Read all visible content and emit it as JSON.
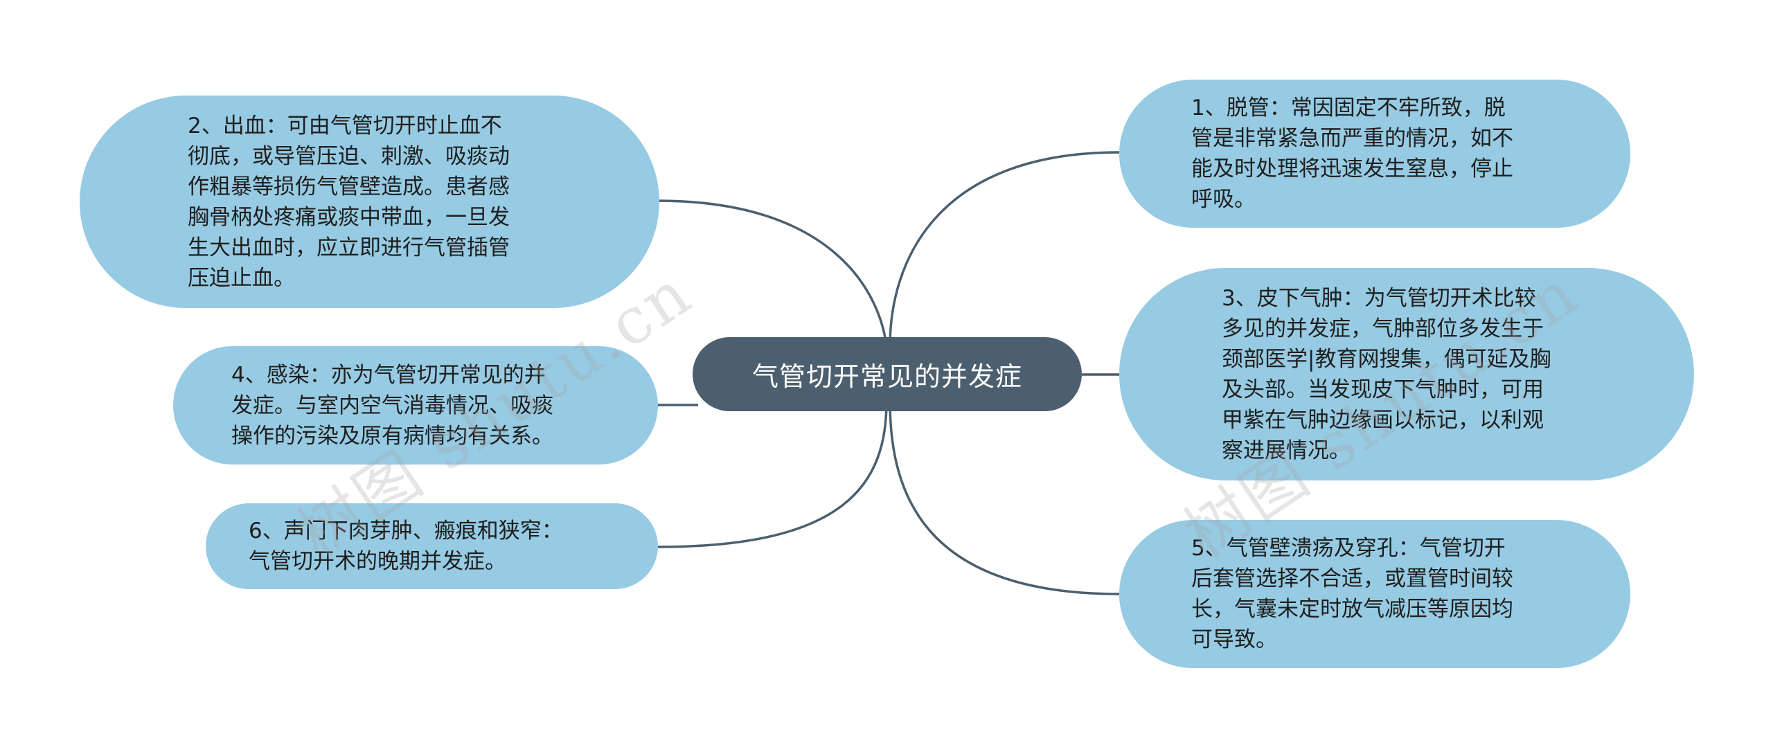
{
  "center": {
    "label": "气管切开常见的并发症"
  },
  "branches": [
    {
      "id": "b1",
      "side": "right",
      "text": "1、脱管：常因固定不牢所致，脱\n管是非常紧急而严重的情况，如不\n能及时处理将迅速发生窒息，停止\n呼吸。"
    },
    {
      "id": "b2",
      "side": "left",
      "text": "2、出血：可由气管切开时止血不\n彻底，或导管压迫、刺激、吸痰动\n作粗暴等损伤气管壁造成。患者感\n胸骨柄处疼痛或痰中带血，一旦发\n生大出血时，应立即进行气管插管\n压迫止血。"
    },
    {
      "id": "b3",
      "side": "right",
      "text": "3、皮下气肿：为气管切开术比较\n多见的并发症，气肿部位多发生于\n颈部医学|教育网搜集，偶可延及胸\n及头部。当发现皮下气肿时，可用\n甲紫在气肿边缘画以标记，以利观\n察进展情况。"
    },
    {
      "id": "b4",
      "side": "left",
      "text": "4、感染：亦为气管切开常见的并\n发症。与室内空气消毒情况、吸痰\n操作的污染及原有病情均有关系。"
    },
    {
      "id": "b5",
      "side": "right",
      "text": "5、气管壁溃疡及穿孔：气管切开\n后套管选择不合适，或置管时间较\n长，气囊未定时放气减压等原因均\n可导致。"
    },
    {
      "id": "b6",
      "side": "left",
      "text": "6、声门下肉芽肿、瘢痕和狭窄：\n气管切开术的晚期并发症。"
    }
  ],
  "watermarks": [
    "树图 shutu.cn",
    "树图 shutu.cn"
  ],
  "colors": {
    "node_fill": "#97cbe3",
    "center_fill": "#4c5f6f",
    "connector": "#4c5f6f",
    "watermark": "#a0a0a0"
  }
}
